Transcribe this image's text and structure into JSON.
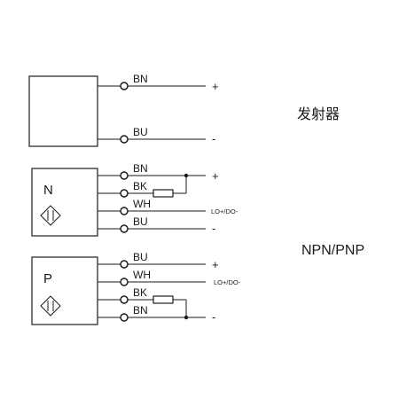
{
  "emitter": {
    "wires": [
      {
        "name": "BN",
        "sign": "+"
      },
      {
        "name": "BU",
        "sign": "-"
      }
    ],
    "caption": "发射器"
  },
  "npn": {
    "letter": "N",
    "wires": [
      {
        "name": "BN",
        "sign": "+"
      },
      {
        "name": "BK",
        "sign": ""
      },
      {
        "name": "WH",
        "sign": "LO+/DO-"
      },
      {
        "name": "BU",
        "sign": "-"
      }
    ]
  },
  "pnp": {
    "letter": "P",
    "wires": [
      {
        "name": "BU",
        "sign": "+"
      },
      {
        "name": "WH",
        "sign": "LO+/DO-"
      },
      {
        "name": "BK",
        "sign": ""
      },
      {
        "name": "BN",
        "sign": "-"
      }
    ]
  },
  "receiver_caption": "NPN/PNP"
}
